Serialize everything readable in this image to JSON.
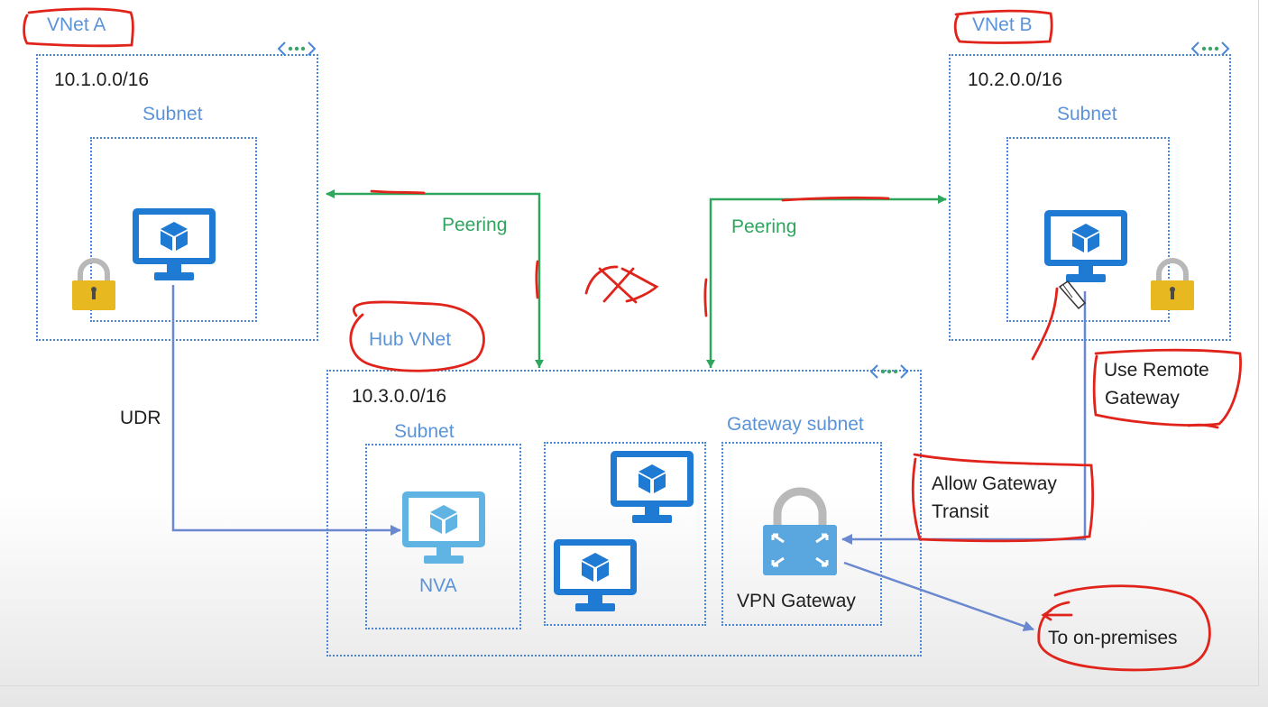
{
  "vnet_a": {
    "title": "VNet A",
    "address": "10.1.0.0/16",
    "subnet_label": "Subnet"
  },
  "vnet_b": {
    "title": "VNet B",
    "address": "10.2.0.0/16",
    "subnet_label": "Subnet"
  },
  "hub": {
    "title": "Hub VNet",
    "address": "10.3.0.0/16",
    "subnet_label": "Subnet",
    "gateway_subnet_label": "Gateway subnet",
    "nva_label": "NVA",
    "vpn_label": "VPN Gateway"
  },
  "links": {
    "peering_left": "Peering",
    "peering_right": "Peering",
    "udr": "UDR",
    "use_remote_line1": "Use Remote",
    "use_remote_line2": "Gateway",
    "allow_transit_line1": "Allow Gateway",
    "allow_transit_line2": "Transit",
    "on_prem": "To on-premises"
  },
  "colors": {
    "vnet_border": "#4a86d8",
    "peering": "#2fa65e",
    "arrow_blue": "#6a88cf",
    "annotation_red": "#e0241b",
    "vm_blue": "#1f7ad4",
    "nva_blue": "#60b4e4",
    "lock_gold": "#e8b820"
  },
  "icons": [
    "vm-monitor-icon",
    "lock-icon",
    "vnet-peering-icon",
    "vpn-gateway-icon",
    "mouse-cursor-icon"
  ]
}
